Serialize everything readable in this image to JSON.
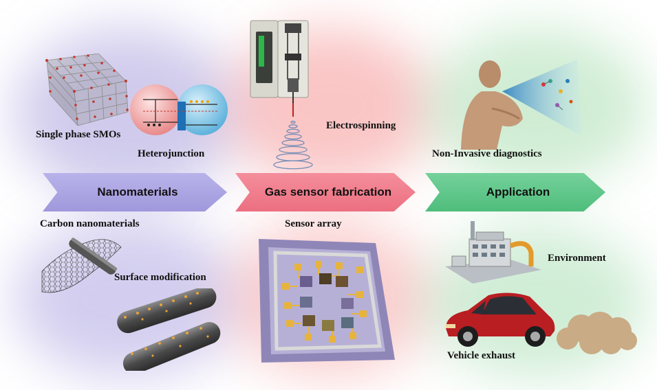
{
  "stages": [
    {
      "label": "Nanomaterials",
      "color": "#a9a2e2"
    },
    {
      "label": "Gas sensor fabrication",
      "color": "#ef7a8a"
    },
    {
      "label": "Application",
      "color": "#5cc488"
    }
  ],
  "nanomaterials": {
    "single_phase": "Single phase SMOs",
    "heterojunction": "Heterojunction",
    "carbon": "Carbon nanomaterials",
    "surface": "Surface modification"
  },
  "fabrication": {
    "electrospinning": "Electrospinning",
    "sensor_array": "Sensor array"
  },
  "application": {
    "diagnostics": "Non-Invasive diagnostics",
    "environment": "Environment",
    "vehicle": "Vehicle exhaust"
  },
  "icons": {
    "lattice": "crystal-lattice-icon",
    "heterojunction": "heterojunction-band-icon",
    "graphene": "graphene-sheet-icon",
    "nanofibers": "nanofiber-rods-icon",
    "syringe_pump": "syringe-pump-icon",
    "fiber_coil": "fiber-coil-icon",
    "sensor_chip": "sensor-array-chip-icon",
    "human": "human-breath-icon",
    "factory": "factory-icon",
    "car": "car-icon",
    "exhaust": "exhaust-cloud-icon"
  }
}
